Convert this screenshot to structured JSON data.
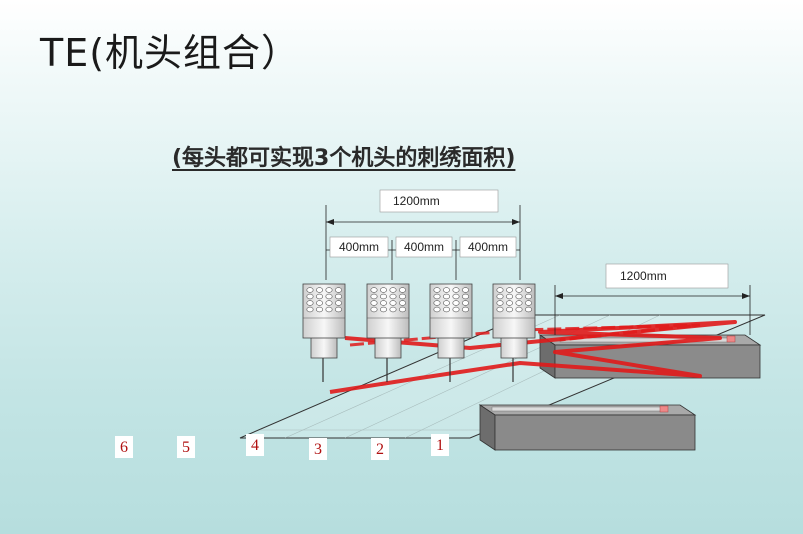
{
  "title": "TE(机头组合）",
  "subtitle": "(每头都可实现3个机头的刺绣面积)",
  "dimensions": {
    "total_top": "1200mm",
    "head_spacing": [
      "400mm",
      "400mm",
      "400mm"
    ],
    "total_right": "1200mm"
  },
  "position_labels": [
    "6",
    "5",
    "4",
    "3",
    "2",
    "1"
  ],
  "colors": {
    "stitch": "#e01a1a",
    "head_body": "#e6e6e6",
    "frame_bar": "#7a7a7a",
    "label": "#b01010"
  }
}
